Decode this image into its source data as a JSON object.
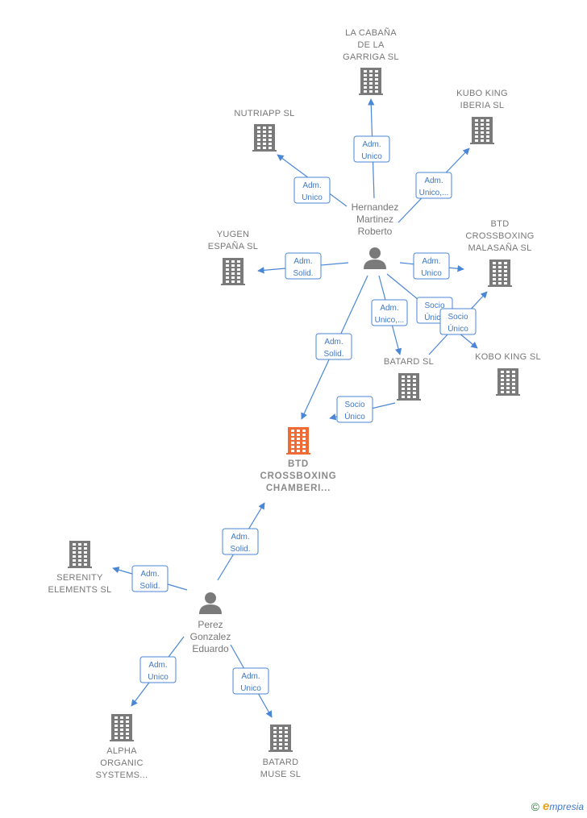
{
  "nodes": [
    {
      "id": "cabana",
      "type": "company",
      "lines": [
        "LA CABAÑA",
        "DE LA",
        "GARRIGA SL"
      ],
      "focus": false
    },
    {
      "id": "nutriapp",
      "type": "company",
      "lines": [
        "NUTRIAPP  SL"
      ],
      "focus": false
    },
    {
      "id": "kubo",
      "type": "company",
      "lines": [
        "KUBO KING",
        "IBERIA  SL"
      ],
      "focus": false
    },
    {
      "id": "yugen",
      "type": "company",
      "lines": [
        "YUGEN",
        "ESPAÑA  SL"
      ],
      "focus": false
    },
    {
      "id": "btdmal",
      "type": "company",
      "lines": [
        "BTD",
        "CROSSBOXING",
        "MALASAÑA  SL"
      ],
      "focus": false
    },
    {
      "id": "batard",
      "type": "company",
      "lines": [
        "BATARD  SL"
      ],
      "focus": false
    },
    {
      "id": "kobo",
      "type": "company",
      "lines": [
        "KOBO KING SL"
      ],
      "focus": false
    },
    {
      "id": "btdcham",
      "type": "company",
      "lines": [
        "BTD",
        "CROSSBOXING",
        "CHAMBERI..."
      ],
      "focus": true
    },
    {
      "id": "serenity",
      "type": "company",
      "lines": [
        "SERENITY",
        "ELEMENTS  SL"
      ],
      "focus": false
    },
    {
      "id": "alpha",
      "type": "company",
      "lines": [
        "ALPHA",
        "ORGANIC",
        "SYSTEMS..."
      ],
      "focus": false
    },
    {
      "id": "batardmuse",
      "type": "company",
      "lines": [
        "BATARD",
        "MUSE  SL"
      ],
      "focus": false
    },
    {
      "id": "hernandez",
      "type": "person",
      "lines": [
        "Hernandez",
        "Martinez",
        "Roberto"
      ],
      "focus": false
    },
    {
      "id": "perez",
      "type": "person",
      "lines": [
        "Perez",
        "Gonzalez",
        "Eduardo"
      ],
      "focus": false
    }
  ],
  "edges": [
    {
      "from": "hernandez",
      "to": "cabana",
      "label": [
        "Adm.",
        "Unico"
      ]
    },
    {
      "from": "hernandez",
      "to": "nutriapp",
      "label": [
        "Adm.",
        "Unico"
      ]
    },
    {
      "from": "hernandez",
      "to": "kubo",
      "label": [
        "Adm.",
        "Unico,..."
      ]
    },
    {
      "from": "hernandez",
      "to": "yugen",
      "label": [
        "Adm.",
        "Solid."
      ]
    },
    {
      "from": "hernandez",
      "to": "btdmal",
      "label": [
        "Adm.",
        "Unico"
      ]
    },
    {
      "from": "hernandez",
      "to": "batard",
      "label": [
        "Adm.",
        "Unico,..."
      ]
    },
    {
      "from": "hernandez",
      "to": "kobo",
      "label": [
        "Socio",
        "Único"
      ]
    },
    {
      "from": "batard",
      "to": "btdmal",
      "label": [
        "Socio",
        "Único"
      ]
    },
    {
      "from": "hernandez",
      "to": "btdcham",
      "label": [
        "Adm.",
        "Solid."
      ]
    },
    {
      "from": "batard",
      "to": "btdcham",
      "label": [
        "Socio",
        "Único"
      ]
    },
    {
      "from": "perez",
      "to": "btdcham",
      "label": [
        "Adm.",
        "Solid."
      ]
    },
    {
      "from": "perez",
      "to": "serenity",
      "label": [
        "Adm.",
        "Solid."
      ]
    },
    {
      "from": "perez",
      "to": "alpha",
      "label": [
        "Adm.",
        "Unico"
      ]
    },
    {
      "from": "perez",
      "to": "batardmuse",
      "label": [
        "Adm.",
        "Unico"
      ]
    }
  ],
  "colors": {
    "edge": "#4a86d6",
    "company": "#7a7a7a",
    "focus": "#f06a35",
    "person": "#7a7a7a"
  },
  "footer": {
    "copyright": "©",
    "brand_initial": "e",
    "brand_rest": "mpresia"
  }
}
